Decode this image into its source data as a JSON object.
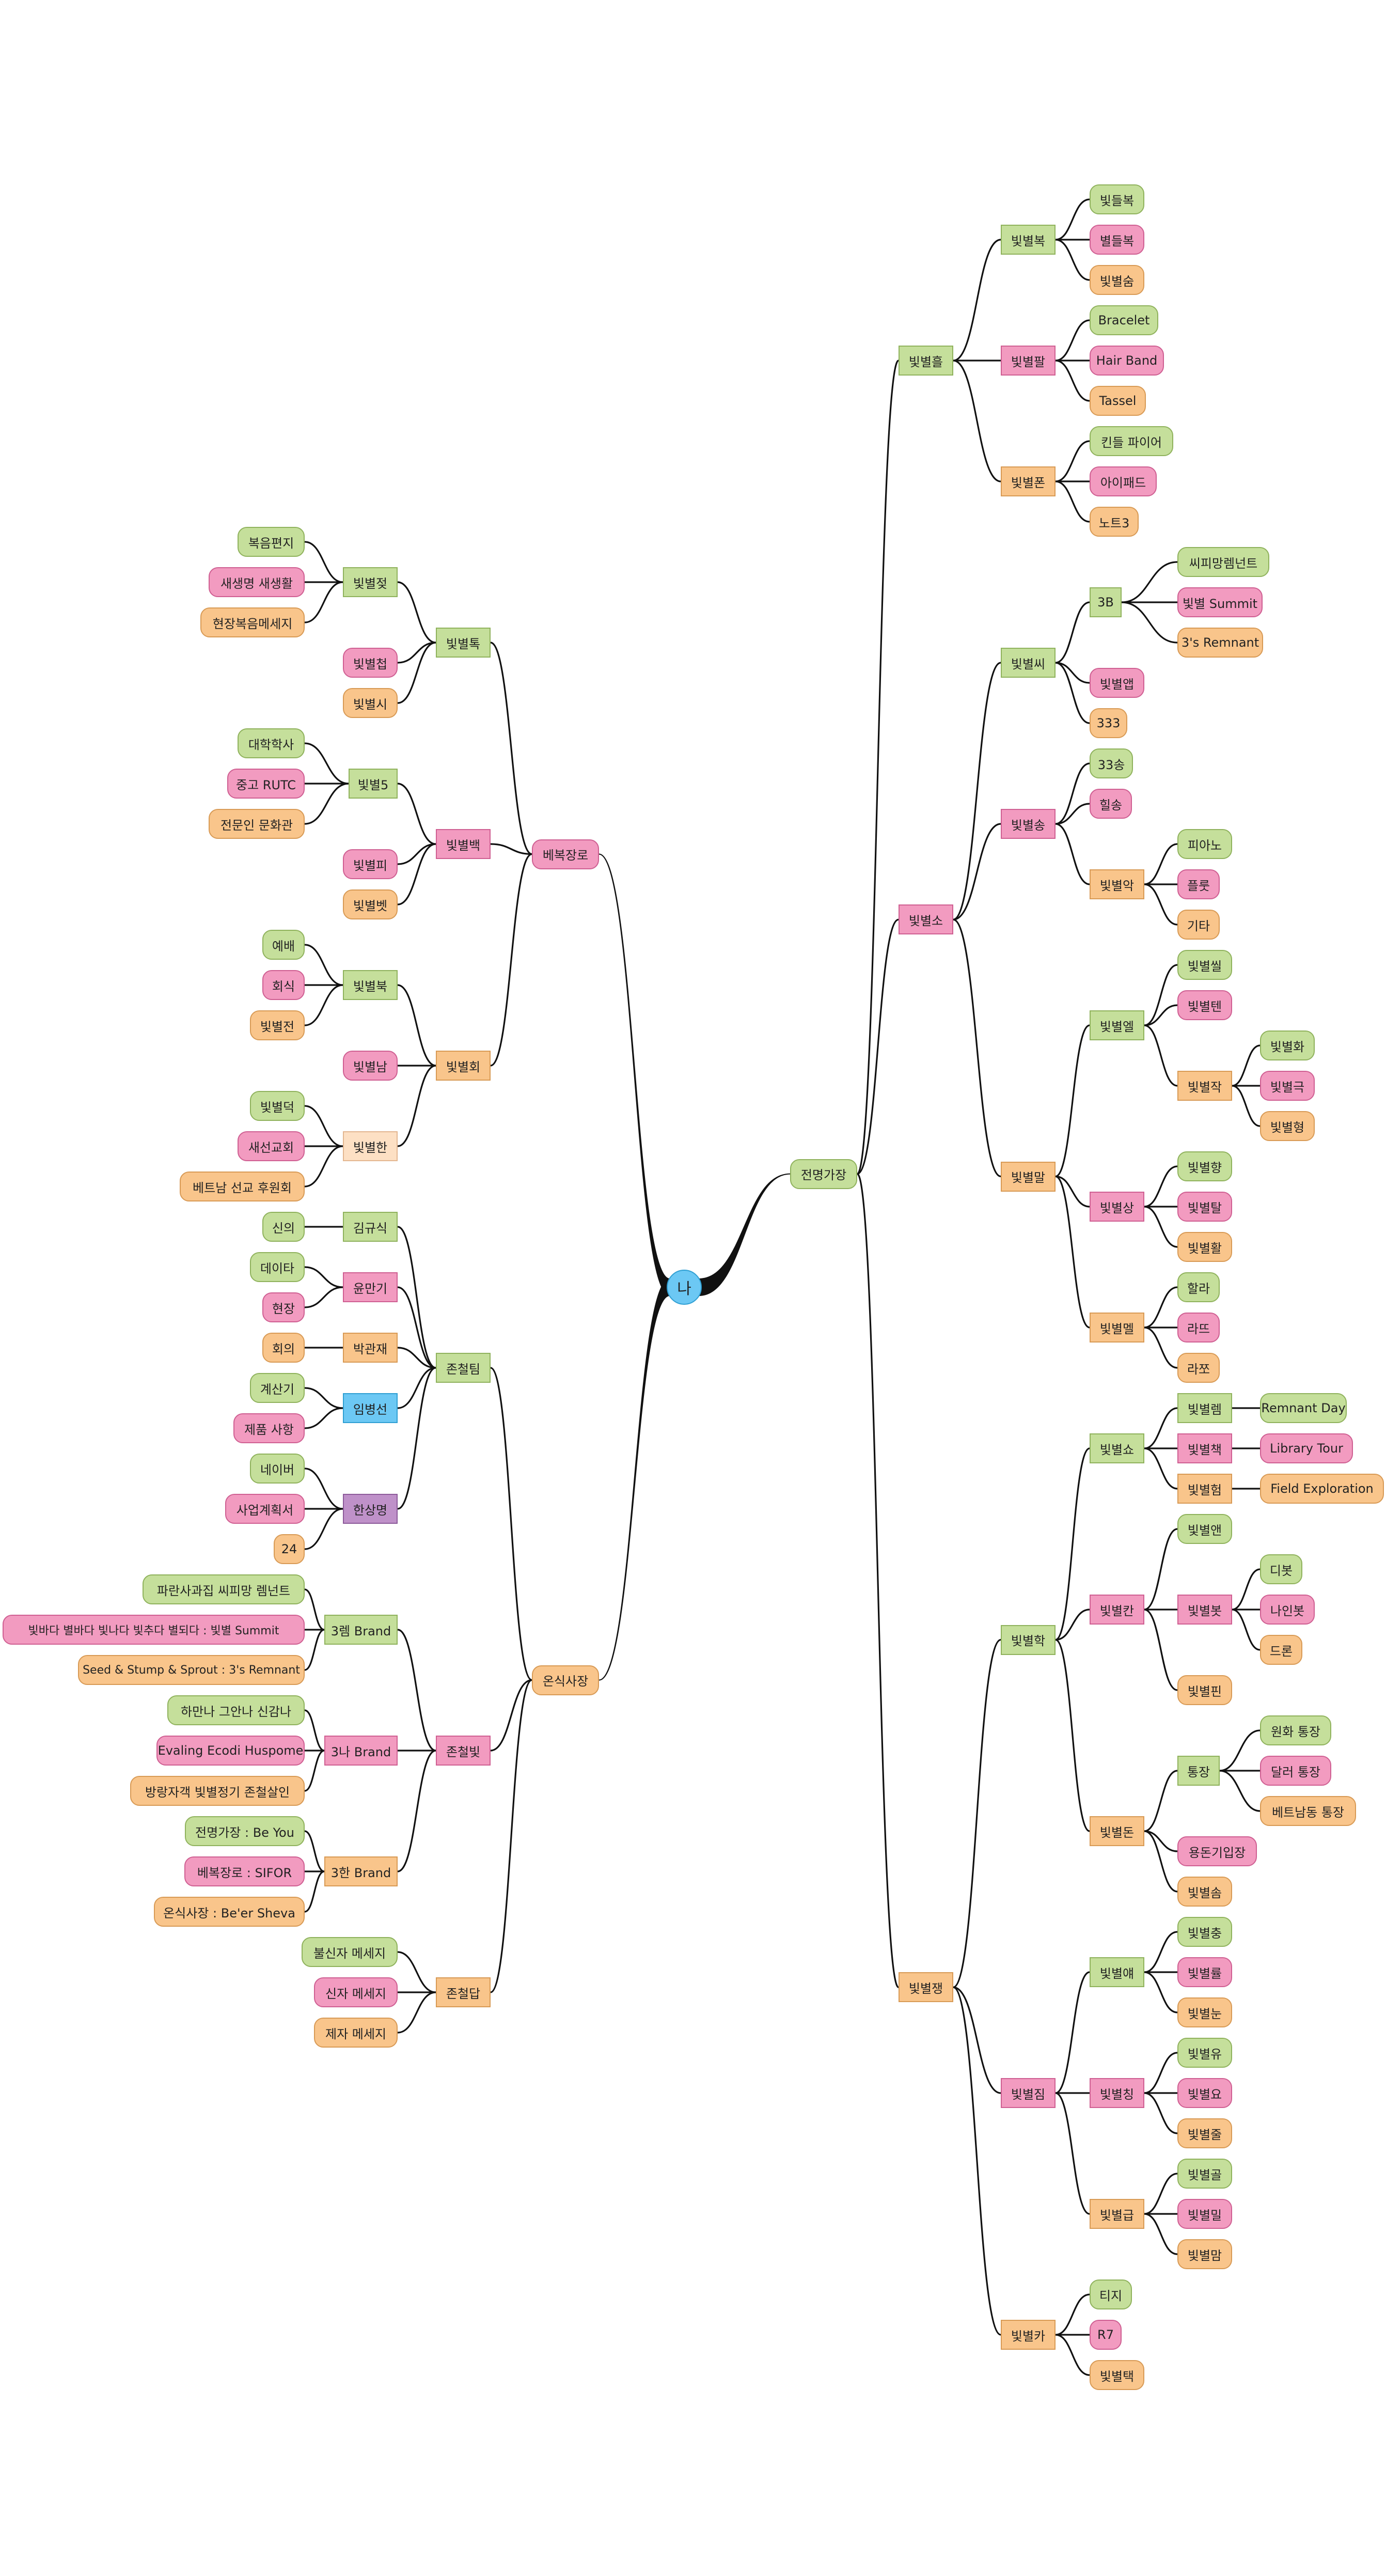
{
  "colors": {
    "green": "#c5df9b",
    "pink": "#f29bc0",
    "orange": "#f9c58b",
    "peach": "#fde0c4",
    "blue": "#6cc8f4",
    "purple": "#bf91c9",
    "line": "#111111"
  },
  "mindmap": {
    "root": "나",
    "right": [
      {
        "label": "전명가장",
        "color": "green",
        "children": [
          {
            "label": "빛별흘",
            "color": "green",
            "children": [
              {
                "label": "빛별복",
                "color": "green",
                "children": [
                  {
                    "label": "빛들복",
                    "color": "green"
                  },
                  {
                    "label": "별들복",
                    "color": "pink"
                  },
                  {
                    "label": "빛별숨",
                    "color": "orange"
                  }
                ]
              },
              {
                "label": "빛별팔",
                "color": "pink",
                "children": [
                  {
                    "label": "Bracelet",
                    "color": "green"
                  },
                  {
                    "label": "Hair Band",
                    "color": "pink"
                  },
                  {
                    "label": "Tassel",
                    "color": "orange"
                  }
                ]
              },
              {
                "label": "빛별폰",
                "color": "orange",
                "children": [
                  {
                    "label": "킨들 파이어",
                    "color": "green"
                  },
                  {
                    "label": "아이패드",
                    "color": "pink"
                  },
                  {
                    "label": "노트3",
                    "color": "orange"
                  }
                ]
              }
            ]
          },
          {
            "label": "빛별소",
            "color": "pink",
            "children": [
              {
                "label": "빛별씨",
                "color": "green",
                "children": [
                  {
                    "label": "3B",
                    "color": "green",
                    "children": [
                      {
                        "label": "씨피망렘넌트",
                        "color": "green"
                      },
                      {
                        "label": "빛별 Summit",
                        "color": "pink"
                      },
                      {
                        "label": "3's Remnant",
                        "color": "orange"
                      }
                    ]
                  },
                  {
                    "label": "빛별앱",
                    "color": "pink"
                  },
                  {
                    "label": "333",
                    "color": "orange"
                  }
                ]
              },
              {
                "label": "빛별송",
                "color": "pink",
                "children": [
                  {
                    "label": "33송",
                    "color": "green"
                  },
                  {
                    "label": "힐송",
                    "color": "pink"
                  },
                  {
                    "label": "빛별악",
                    "color": "orange",
                    "children": [
                      {
                        "label": "피아노",
                        "color": "green"
                      },
                      {
                        "label": "플룻",
                        "color": "pink"
                      },
                      {
                        "label": "기타",
                        "color": "orange"
                      }
                    ]
                  }
                ]
              },
              {
                "label": "빛별말",
                "color": "orange",
                "children": [
                  {
                    "label": "빛별엘",
                    "color": "green",
                    "children": [
                      {
                        "label": "빛별씰",
                        "color": "green"
                      },
                      {
                        "label": "빛별텐",
                        "color": "pink"
                      },
                      {
                        "label": "빛별작",
                        "color": "orange",
                        "children": [
                          {
                            "label": "빛별화",
                            "color": "green"
                          },
                          {
                            "label": "빛별극",
                            "color": "pink"
                          },
                          {
                            "label": "빛별형",
                            "color": "orange"
                          }
                        ]
                      }
                    ]
                  },
                  {
                    "label": "빛별상",
                    "color": "pink",
                    "children": [
                      {
                        "label": "빛별향",
                        "color": "green"
                      },
                      {
                        "label": "빛별탈",
                        "color": "pink"
                      },
                      {
                        "label": "빛별활",
                        "color": "orange"
                      }
                    ]
                  },
                  {
                    "label": "빛별멜",
                    "color": "orange",
                    "children": [
                      {
                        "label": "할라",
                        "color": "green"
                      },
                      {
                        "label": "라뜨",
                        "color": "pink"
                      },
                      {
                        "label": "라쪼",
                        "color": "orange"
                      }
                    ]
                  }
                ]
              }
            ]
          },
          {
            "label": "빛별쟁",
            "color": "orange",
            "children": [
              {
                "label": "빛별학",
                "color": "green",
                "children": [
                  {
                    "label": "빛별쇼",
                    "color": "green",
                    "children": [
                      {
                        "label": "빛별렘",
                        "color": "green",
                        "children": [
                          {
                            "label": "Remnant Day",
                            "color": "green"
                          }
                        ]
                      },
                      {
                        "label": "빛별책",
                        "color": "pink",
                        "children": [
                          {
                            "label": "Library Tour",
                            "color": "pink"
                          }
                        ]
                      },
                      {
                        "label": "빛별험",
                        "color": "orange",
                        "children": [
                          {
                            "label": "Field Exploration",
                            "color": "orange"
                          }
                        ]
                      }
                    ]
                  },
                  {
                    "label": "빛별칸",
                    "color": "pink",
                    "children": [
                      {
                        "label": "빛별앤",
                        "color": "green"
                      },
                      {
                        "label": "빛별봇",
                        "color": "pink",
                        "children": [
                          {
                            "label": "디봇",
                            "color": "green"
                          },
                          {
                            "label": "나인봇",
                            "color": "pink"
                          },
                          {
                            "label": "드론",
                            "color": "orange"
                          }
                        ]
                      },
                      {
                        "label": "빛별핀",
                        "color": "orange"
                      }
                    ]
                  },
                  {
                    "label": "빛별돈",
                    "color": "orange",
                    "children": [
                      {
                        "label": "통장",
                        "color": "green",
                        "children": [
                          {
                            "label": "원화 통장",
                            "color": "green"
                          },
                          {
                            "label": "달러 통장",
                            "color": "pink"
                          },
                          {
                            "label": "베트남동 통장",
                            "color": "orange"
                          }
                        ]
                      },
                      {
                        "label": "용돈기입장",
                        "color": "pink"
                      },
                      {
                        "label": "빛별솜",
                        "color": "orange"
                      }
                    ]
                  }
                ]
              },
              {
                "label": "빛별짐",
                "color": "pink",
                "children": [
                  {
                    "label": "빛별얘",
                    "color": "green",
                    "children": [
                      {
                        "label": "빛별충",
                        "color": "green"
                      },
                      {
                        "label": "빛별률",
                        "color": "pink"
                      },
                      {
                        "label": "빛별눈",
                        "color": "orange"
                      }
                    ]
                  },
                  {
                    "label": "빛별칭",
                    "color": "pink",
                    "children": [
                      {
                        "label": "빛별유",
                        "color": "green"
                      },
                      {
                        "label": "빛별요",
                        "color": "pink"
                      },
                      {
                        "label": "빛별줄",
                        "color": "orange"
                      }
                    ]
                  },
                  {
                    "label": "빛별급",
                    "color": "orange",
                    "children": [
                      {
                        "label": "빛별골",
                        "color": "green"
                      },
                      {
                        "label": "빛별밀",
                        "color": "pink"
                      },
                      {
                        "label": "빛별맘",
                        "color": "orange"
                      }
                    ]
                  }
                ]
              },
              {
                "label": "빛별카",
                "color": "orange",
                "children": [
                  {
                    "label": "티지",
                    "color": "green"
                  },
                  {
                    "label": "R7",
                    "color": "pink"
                  },
                  {
                    "label": "빛별택",
                    "color": "orange"
                  }
                ]
              }
            ]
          }
        ]
      }
    ],
    "left": [
      {
        "label": "베복장로",
        "color": "pink",
        "children": [
          {
            "label": "빛별톡",
            "color": "green",
            "children": [
              {
                "label": "빛별젖",
                "color": "green",
                "children": [
                  {
                    "label": "복음편지",
                    "color": "green"
                  },
                  {
                    "label": "새생명 새생활",
                    "color": "pink"
                  },
                  {
                    "label": "현장복음메세지",
                    "color": "orange"
                  }
                ]
              },
              {
                "label": "빛별첩",
                "color": "pink"
              },
              {
                "label": "빛별시",
                "color": "orange"
              }
            ]
          },
          {
            "label": "빛별백",
            "color": "pink",
            "children": [
              {
                "label": "빛별5",
                "color": "green",
                "children": [
                  {
                    "label": "대학학사",
                    "color": "green"
                  },
                  {
                    "label": "중고 RUTC",
                    "color": "pink"
                  },
                  {
                    "label": "전문인 문화관",
                    "color": "orange"
                  }
                ]
              },
              {
                "label": "빛별피",
                "color": "pink"
              },
              {
                "label": "빛별벳",
                "color": "orange"
              }
            ]
          },
          {
            "label": "빛별회",
            "color": "orange",
            "children": [
              {
                "label": "빛별북",
                "color": "green",
                "children": [
                  {
                    "label": "예배",
                    "color": "green"
                  },
                  {
                    "label": "회식",
                    "color": "pink"
                  },
                  {
                    "label": "빛별전",
                    "color": "orange"
                  }
                ]
              },
              {
                "label": "빛별남",
                "color": "pink"
              },
              {
                "label": "빛별한",
                "color": "peach",
                "children": [
                  {
                    "label": "빛별덕",
                    "color": "green"
                  },
                  {
                    "label": "새선교회",
                    "color": "pink"
                  },
                  {
                    "label": "베트남 선교 후원회",
                    "color": "orange"
                  }
                ]
              }
            ]
          }
        ]
      },
      {
        "label": "온식사장",
        "color": "orange",
        "children": [
          {
            "label": "존철팀",
            "color": "green",
            "children": [
              {
                "label": "김규식",
                "color": "green",
                "children": [
                  {
                    "label": "신의",
                    "color": "green"
                  }
                ]
              },
              {
                "label": "윤만기",
                "color": "pink",
                "children": [
                  {
                    "label": "데이타",
                    "color": "green"
                  },
                  {
                    "label": "현장",
                    "color": "pink"
                  }
                ]
              },
              {
                "label": "박관재",
                "color": "orange",
                "children": [
                  {
                    "label": "회의",
                    "color": "orange"
                  }
                ]
              },
              {
                "label": "임병선",
                "color": "blue",
                "children": [
                  {
                    "label": "계산기",
                    "color": "green"
                  },
                  {
                    "label": "제품 사항",
                    "color": "pink"
                  }
                ]
              },
              {
                "label": "한상명",
                "color": "purple",
                "children": [
                  {
                    "label": "네이버",
                    "color": "green"
                  },
                  {
                    "label": "사업계획서",
                    "color": "pink"
                  },
                  {
                    "label": "24",
                    "color": "orange"
                  }
                ]
              }
            ]
          },
          {
            "label": "존철빛",
            "color": "pink",
            "children": [
              {
                "label": "3렘 Brand",
                "color": "green",
                "children": [
                  {
                    "label": "파란사과집 씨피망 렘넌트",
                    "color": "green"
                  },
                  {
                    "label": "빛바다 별바다 빛나다 빛추다 별되다 : 빛별 Summit",
                    "color": "pink"
                  },
                  {
                    "label": "Seed & Stump & Sprout : 3's Remnant",
                    "color": "orange"
                  }
                ]
              },
              {
                "label": "3나 Brand",
                "color": "pink",
                "children": [
                  {
                    "label": "하만나 그안나 신감나",
                    "color": "green"
                  },
                  {
                    "label": "Evaling Ecodi Huspome",
                    "color": "pink"
                  },
                  {
                    "label": "방랑자객 빛별정기 존철살인",
                    "color": "orange"
                  }
                ]
              },
              {
                "label": "3한 Brand",
                "color": "orange",
                "children": [
                  {
                    "label": "전명가장 : Be You",
                    "color": "green"
                  },
                  {
                    "label": "베복장로 : SIFOR",
                    "color": "pink"
                  },
                  {
                    "label": "온식사장 : Be'er Sheva",
                    "color": "orange"
                  }
                ]
              }
            ]
          },
          {
            "label": "존철답",
            "color": "orange",
            "children": [
              {
                "label": "불신자 메세지",
                "color": "green"
              },
              {
                "label": "신자 메세지",
                "color": "pink"
              },
              {
                "label": "제자 메세지",
                "color": "orange"
              }
            ]
          }
        ]
      }
    ]
  }
}
